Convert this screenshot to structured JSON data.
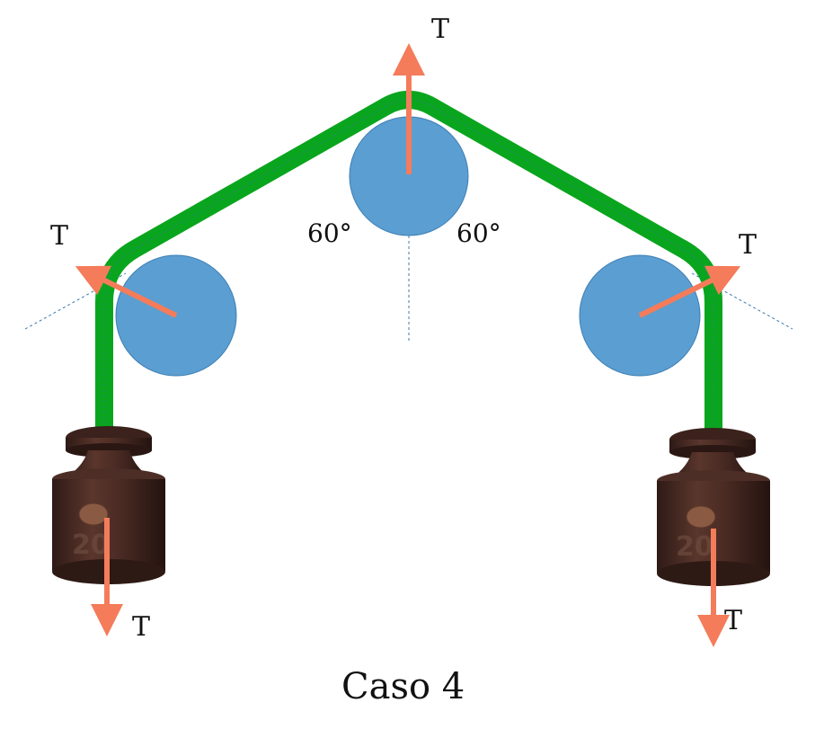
{
  "labels": {
    "tension_top": "T",
    "tension_left": "T",
    "tension_right": "T",
    "tension_bottom_left": "T",
    "tension_bottom_right": "T",
    "angle_left": "60°",
    "angle_right": "60°",
    "caption": "Caso 4"
  },
  "weights": {
    "left_marking": "20",
    "right_marking": "20"
  },
  "colors": {
    "rope": "#0aa51e",
    "pulley": "#5a9ed2",
    "pulley_stroke": "#3f7fb4",
    "arrow": "#f47c5a",
    "guide_line": "#3a78b0",
    "weight_body": "#4a2b24"
  }
}
